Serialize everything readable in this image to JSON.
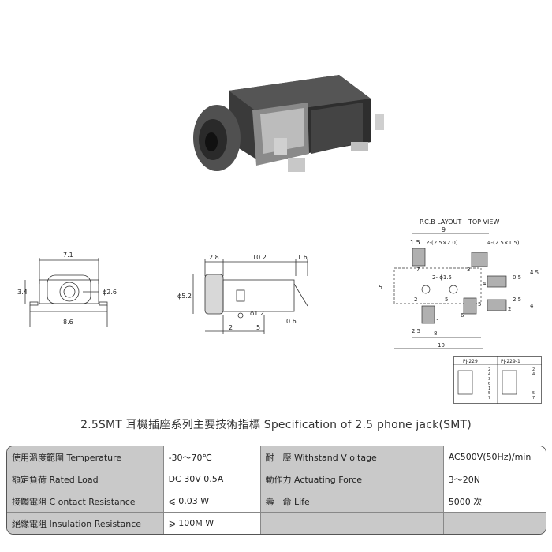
{
  "drawing": {
    "pcb_title": "P.C.B LAYOUT",
    "view_title": "TOP VIEW",
    "front_dims": {
      "width": "7.1",
      "height": "3.4",
      "bottom": "8.6",
      "hole": "ϕ2.6"
    },
    "side_dims": {
      "left": "2.8",
      "middle": "10.2",
      "right": "1.6",
      "height": "ϕ5.2",
      "pin": "ϕ1.2",
      "bottom_a": "2",
      "bottom_b": "5",
      "bottom_c": "0.6"
    },
    "pcb_dims": {
      "total": "9",
      "d1": "1.5",
      "pad_a": "2-(2.5×2.0)",
      "pad_b": "4-(2.5×1.5)",
      "hole": "2- ϕ1.5",
      "v1": "0.5",
      "v2": "4.5",
      "v3": "5",
      "v4": "2.5",
      "v5": "4",
      "h1": "2",
      "h2": "5",
      "b1": "2.5",
      "b2": "8",
      "b3": "10",
      "pins": [
        "7",
        "3",
        "4",
        "2",
        "5",
        "6",
        "1"
      ]
    },
    "schematic": {
      "left_title": "PJ-229",
      "right_title": "PJ-229-1",
      "left_pins": [
        "2",
        "4",
        "3",
        "6",
        "1",
        "5",
        "7"
      ],
      "right_pins": [
        "2",
        "4",
        "5",
        "7"
      ]
    }
  },
  "title": "2.5SMT   耳機插座系列主要技術指標 Specification of 2.5 phone jack(SMT)",
  "specs": [
    {
      "label1": "使用溫度範圍 Temperature",
      "value1": "-30～70℃",
      "label2": "耐　壓 Withstand V oltage",
      "value2": "AC500V(50Hz)/min"
    },
    {
      "label1": "額定負荷  Rated Load",
      "value1": "DC  30V  0.5A",
      "label2": "動作力  Actuating Force",
      "value2": "3～20N"
    },
    {
      "label1": "接觸電阻  C ontact Resistance",
      "value1": "⩽ 0.03 W",
      "label2": "壽　命  Life",
      "value2": "5000 次"
    },
    {
      "label1": "絕緣電阻  Insulation Resistance",
      "value1": "⩾ 100M W",
      "label2": "",
      "value2": ""
    }
  ]
}
